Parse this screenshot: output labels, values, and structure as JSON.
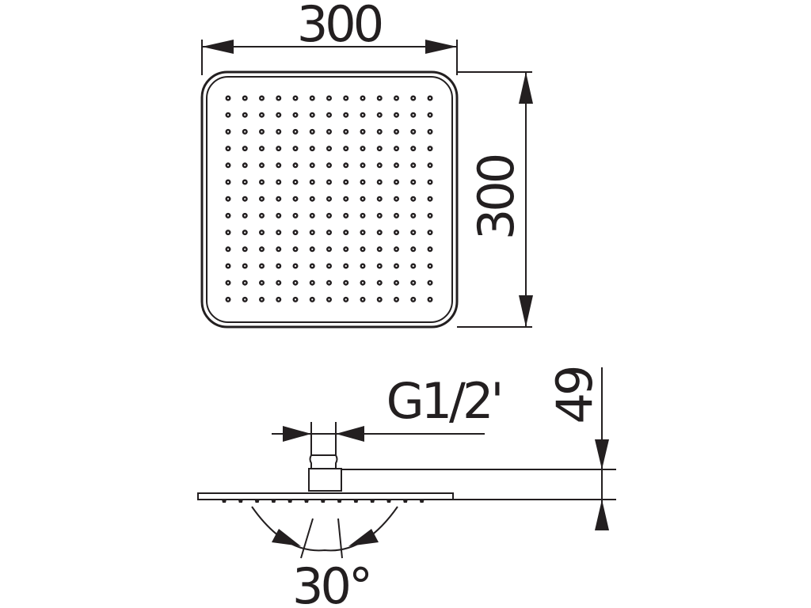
{
  "drawing": {
    "top_view": {
      "width_label": "300",
      "height_label": "300",
      "nozzle_rows": 13,
      "nozzle_cols": 13
    },
    "side_view": {
      "thread_label": "G1/2'",
      "height_label": "49",
      "angle_label": "30°"
    },
    "line_color": "#231f20"
  }
}
